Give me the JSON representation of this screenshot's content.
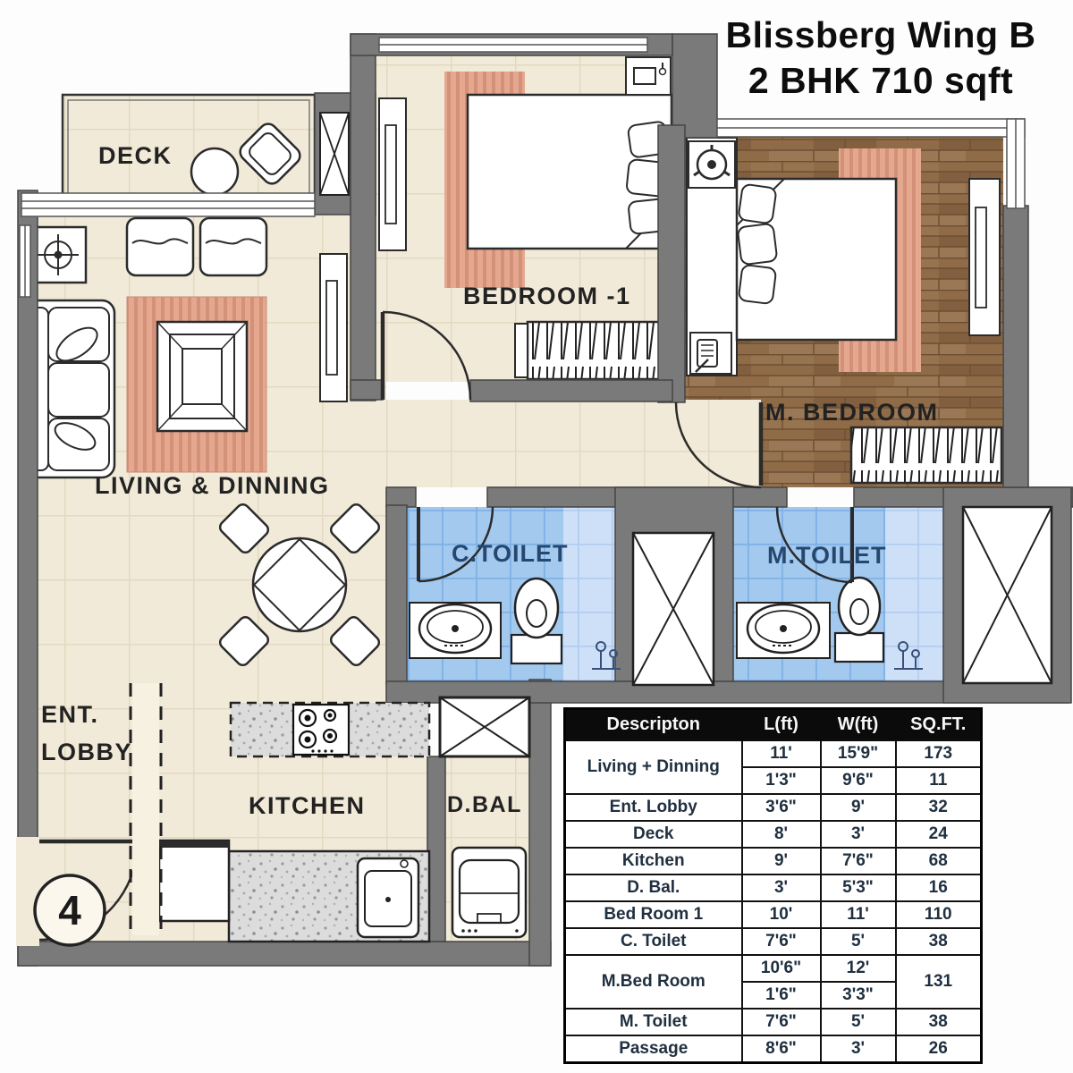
{
  "title": {
    "line1": "Blissberg Wing B",
    "line2": "2 BHK 710 sqft"
  },
  "unit_number": "4",
  "rooms": {
    "deck": "DECK",
    "living": "LIVING & DINNING",
    "bedroom1": "BEDROOM -1",
    "master_bedroom": "M. BEDROOM",
    "common_toilet": "C.TOILET",
    "master_toilet": "M.TOILET",
    "lobby_line1": "ENT.",
    "lobby_line2": "LOBBY",
    "kitchen": "KITCHEN",
    "dry_balcony": "D.BAL"
  },
  "area_table": {
    "headers": [
      "Descripton",
      "L(ft)",
      "W(ft)",
      "SQ.FT."
    ],
    "rows": [
      {
        "cells": [
          {
            "t": "Living + Dinning",
            "rs": 2,
            "d": 1
          },
          {
            "t": "11'"
          },
          {
            "t": "15'9\""
          },
          {
            "t": "173"
          }
        ]
      },
      {
        "cells": [
          {
            "t": "1'3\""
          },
          {
            "t": "9'6\""
          },
          {
            "t": "11"
          }
        ]
      },
      {
        "cells": [
          {
            "t": "Ent. Lobby",
            "d": 1
          },
          {
            "t": "3'6\""
          },
          {
            "t": "9'"
          },
          {
            "t": "32"
          }
        ]
      },
      {
        "cells": [
          {
            "t": "Deck",
            "d": 1
          },
          {
            "t": "8'"
          },
          {
            "t": "3'"
          },
          {
            "t": "24"
          }
        ]
      },
      {
        "cells": [
          {
            "t": "Kitchen",
            "d": 1
          },
          {
            "t": "9'"
          },
          {
            "t": "7'6\""
          },
          {
            "t": "68"
          }
        ]
      },
      {
        "cells": [
          {
            "t": "D. Bal.",
            "d": 1
          },
          {
            "t": "3'"
          },
          {
            "t": "5'3\""
          },
          {
            "t": "16"
          }
        ]
      },
      {
        "cells": [
          {
            "t": "Bed Room 1",
            "d": 1
          },
          {
            "t": "10'"
          },
          {
            "t": "11'"
          },
          {
            "t": "110"
          }
        ]
      },
      {
        "cells": [
          {
            "t": "C. Toilet",
            "d": 1
          },
          {
            "t": "7'6\""
          },
          {
            "t": "5'"
          },
          {
            "t": "38"
          }
        ]
      },
      {
        "cells": [
          {
            "t": "M.Bed Room",
            "rs": 2,
            "d": 1
          },
          {
            "t": "10'6\""
          },
          {
            "t": "12'"
          },
          {
            "t": "131",
            "rs": 2
          }
        ]
      },
      {
        "cells": [
          {
            "t": "1'6\""
          },
          {
            "t": "3'3\""
          }
        ]
      },
      {
        "cells": [
          {
            "t": "M. Toilet",
            "d": 1
          },
          {
            "t": "7'6\""
          },
          {
            "t": "5'"
          },
          {
            "t": "38"
          }
        ]
      },
      {
        "cells": [
          {
            "t": "Passage",
            "d": 1
          },
          {
            "t": "8'6\""
          },
          {
            "t": "3'"
          },
          {
            "t": "26"
          }
        ]
      }
    ]
  },
  "colors": {
    "wall": "#7a7a7a",
    "floor_cream": "#f1ead8",
    "rug_salmon": "#e5a88f",
    "wood_brown": "#8f6b47",
    "toilet_tile_blue": "#a3c9ef",
    "toilet_tile_light": "#cde0f7",
    "granite_counter": "#dcdcdc",
    "table_header_bg": "#0b0b0b",
    "toilet_label": "#26476e",
    "label_dark": "#222222"
  }
}
